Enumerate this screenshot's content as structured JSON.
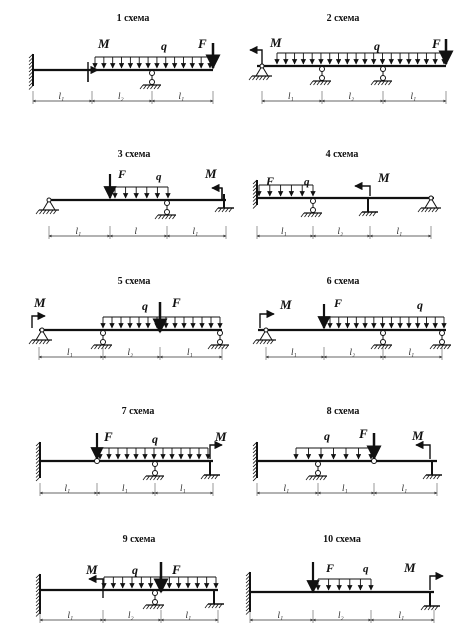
{
  "schemes": [
    {
      "title": "1 схема",
      "labels": [
        "M",
        "q",
        "F"
      ],
      "dims": [
        "l₁",
        "l₂",
        "l₁"
      ]
    },
    {
      "title": "2 схема",
      "labels": [
        "M",
        "q",
        "F"
      ],
      "dims": [
        "l₁",
        "l₂",
        "l₁"
      ]
    },
    {
      "title": "3 схема",
      "labels": [
        "F",
        "q",
        "M"
      ],
      "dims": [
        "l₁",
        "l",
        "l₁"
      ]
    },
    {
      "title": "4 схема",
      "labels": [
        "F",
        "q",
        "M"
      ],
      "dims": [
        "l₁",
        "l₂",
        "l₁"
      ]
    },
    {
      "title": "5 схема",
      "labels": [
        "M",
        "q",
        "F"
      ],
      "dims": [
        "l₁",
        "l₂",
        "l₁"
      ]
    },
    {
      "title": "6 схема",
      "labels": [
        "M",
        "F",
        "q"
      ],
      "dims": [
        "l₁",
        "l₂",
        "l₁"
      ]
    },
    {
      "title": "7 схема",
      "labels": [
        "F",
        "q",
        "M"
      ],
      "dims": [
        "l₁",
        "l₁",
        "l₁"
      ]
    },
    {
      "title": "8 схема",
      "labels": [
        "q",
        "F",
        "M"
      ],
      "dims": [
        "l₁",
        "l₁",
        "l₁"
      ]
    },
    {
      "title": "9 схема",
      "labels": [
        "M",
        "q",
        "F"
      ],
      "dims": [
        "l₁",
        "l₂",
        "l₁"
      ]
    },
    {
      "title": "10 схема",
      "labels": [
        "F",
        "q",
        "M"
      ],
      "dims": [
        "l₁",
        "l₂",
        "l₁"
      ]
    }
  ]
}
